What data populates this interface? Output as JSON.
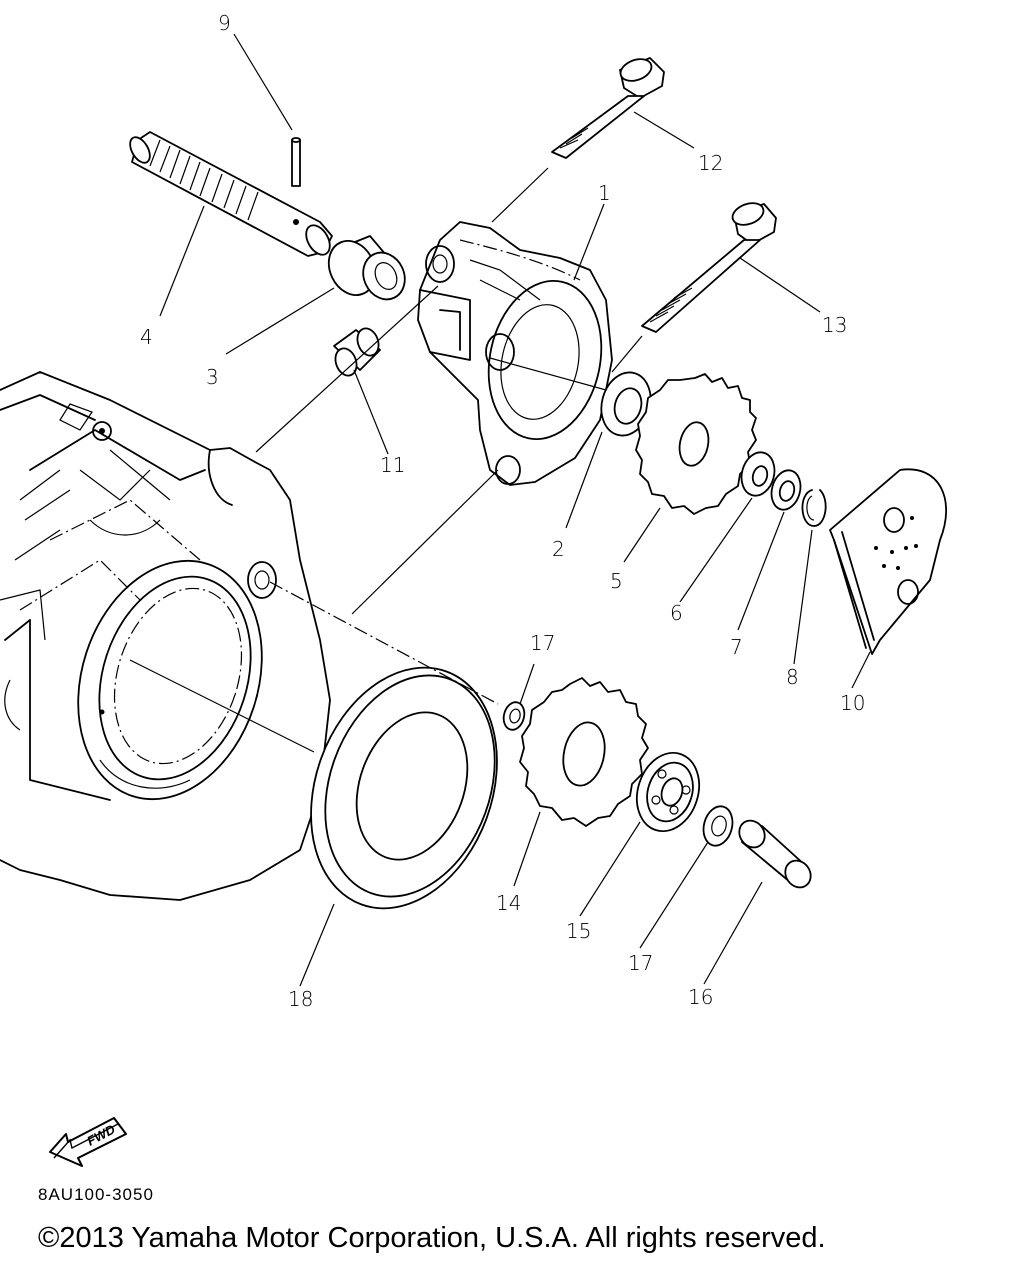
{
  "callouts": [
    {
      "id": "9",
      "text": "9"
    },
    {
      "id": "12",
      "text": "12"
    },
    {
      "id": "1",
      "text": "1"
    },
    {
      "id": "13",
      "text": "13"
    },
    {
      "id": "4",
      "text": "4"
    },
    {
      "id": "3",
      "text": "3"
    },
    {
      "id": "11",
      "text": "11"
    },
    {
      "id": "2",
      "text": "2"
    },
    {
      "id": "5",
      "text": "5"
    },
    {
      "id": "6",
      "text": "6"
    },
    {
      "id": "7",
      "text": "7"
    },
    {
      "id": "8",
      "text": "8"
    },
    {
      "id": "10",
      "text": "10"
    },
    {
      "id": "17a",
      "text": "17"
    },
    {
      "id": "14",
      "text": "14"
    },
    {
      "id": "15",
      "text": "15"
    },
    {
      "id": "17b",
      "text": "17"
    },
    {
      "id": "16",
      "text": "16"
    },
    {
      "id": "18",
      "text": "18"
    }
  ],
  "fwd_label": "FWD",
  "part_code": "8AU100-3050",
  "copyright": "©2013 Yamaha Motor Corporation, U.S.A. All rights reserved.",
  "colors": {
    "ink": "#000000",
    "paper": "#ffffff"
  }
}
